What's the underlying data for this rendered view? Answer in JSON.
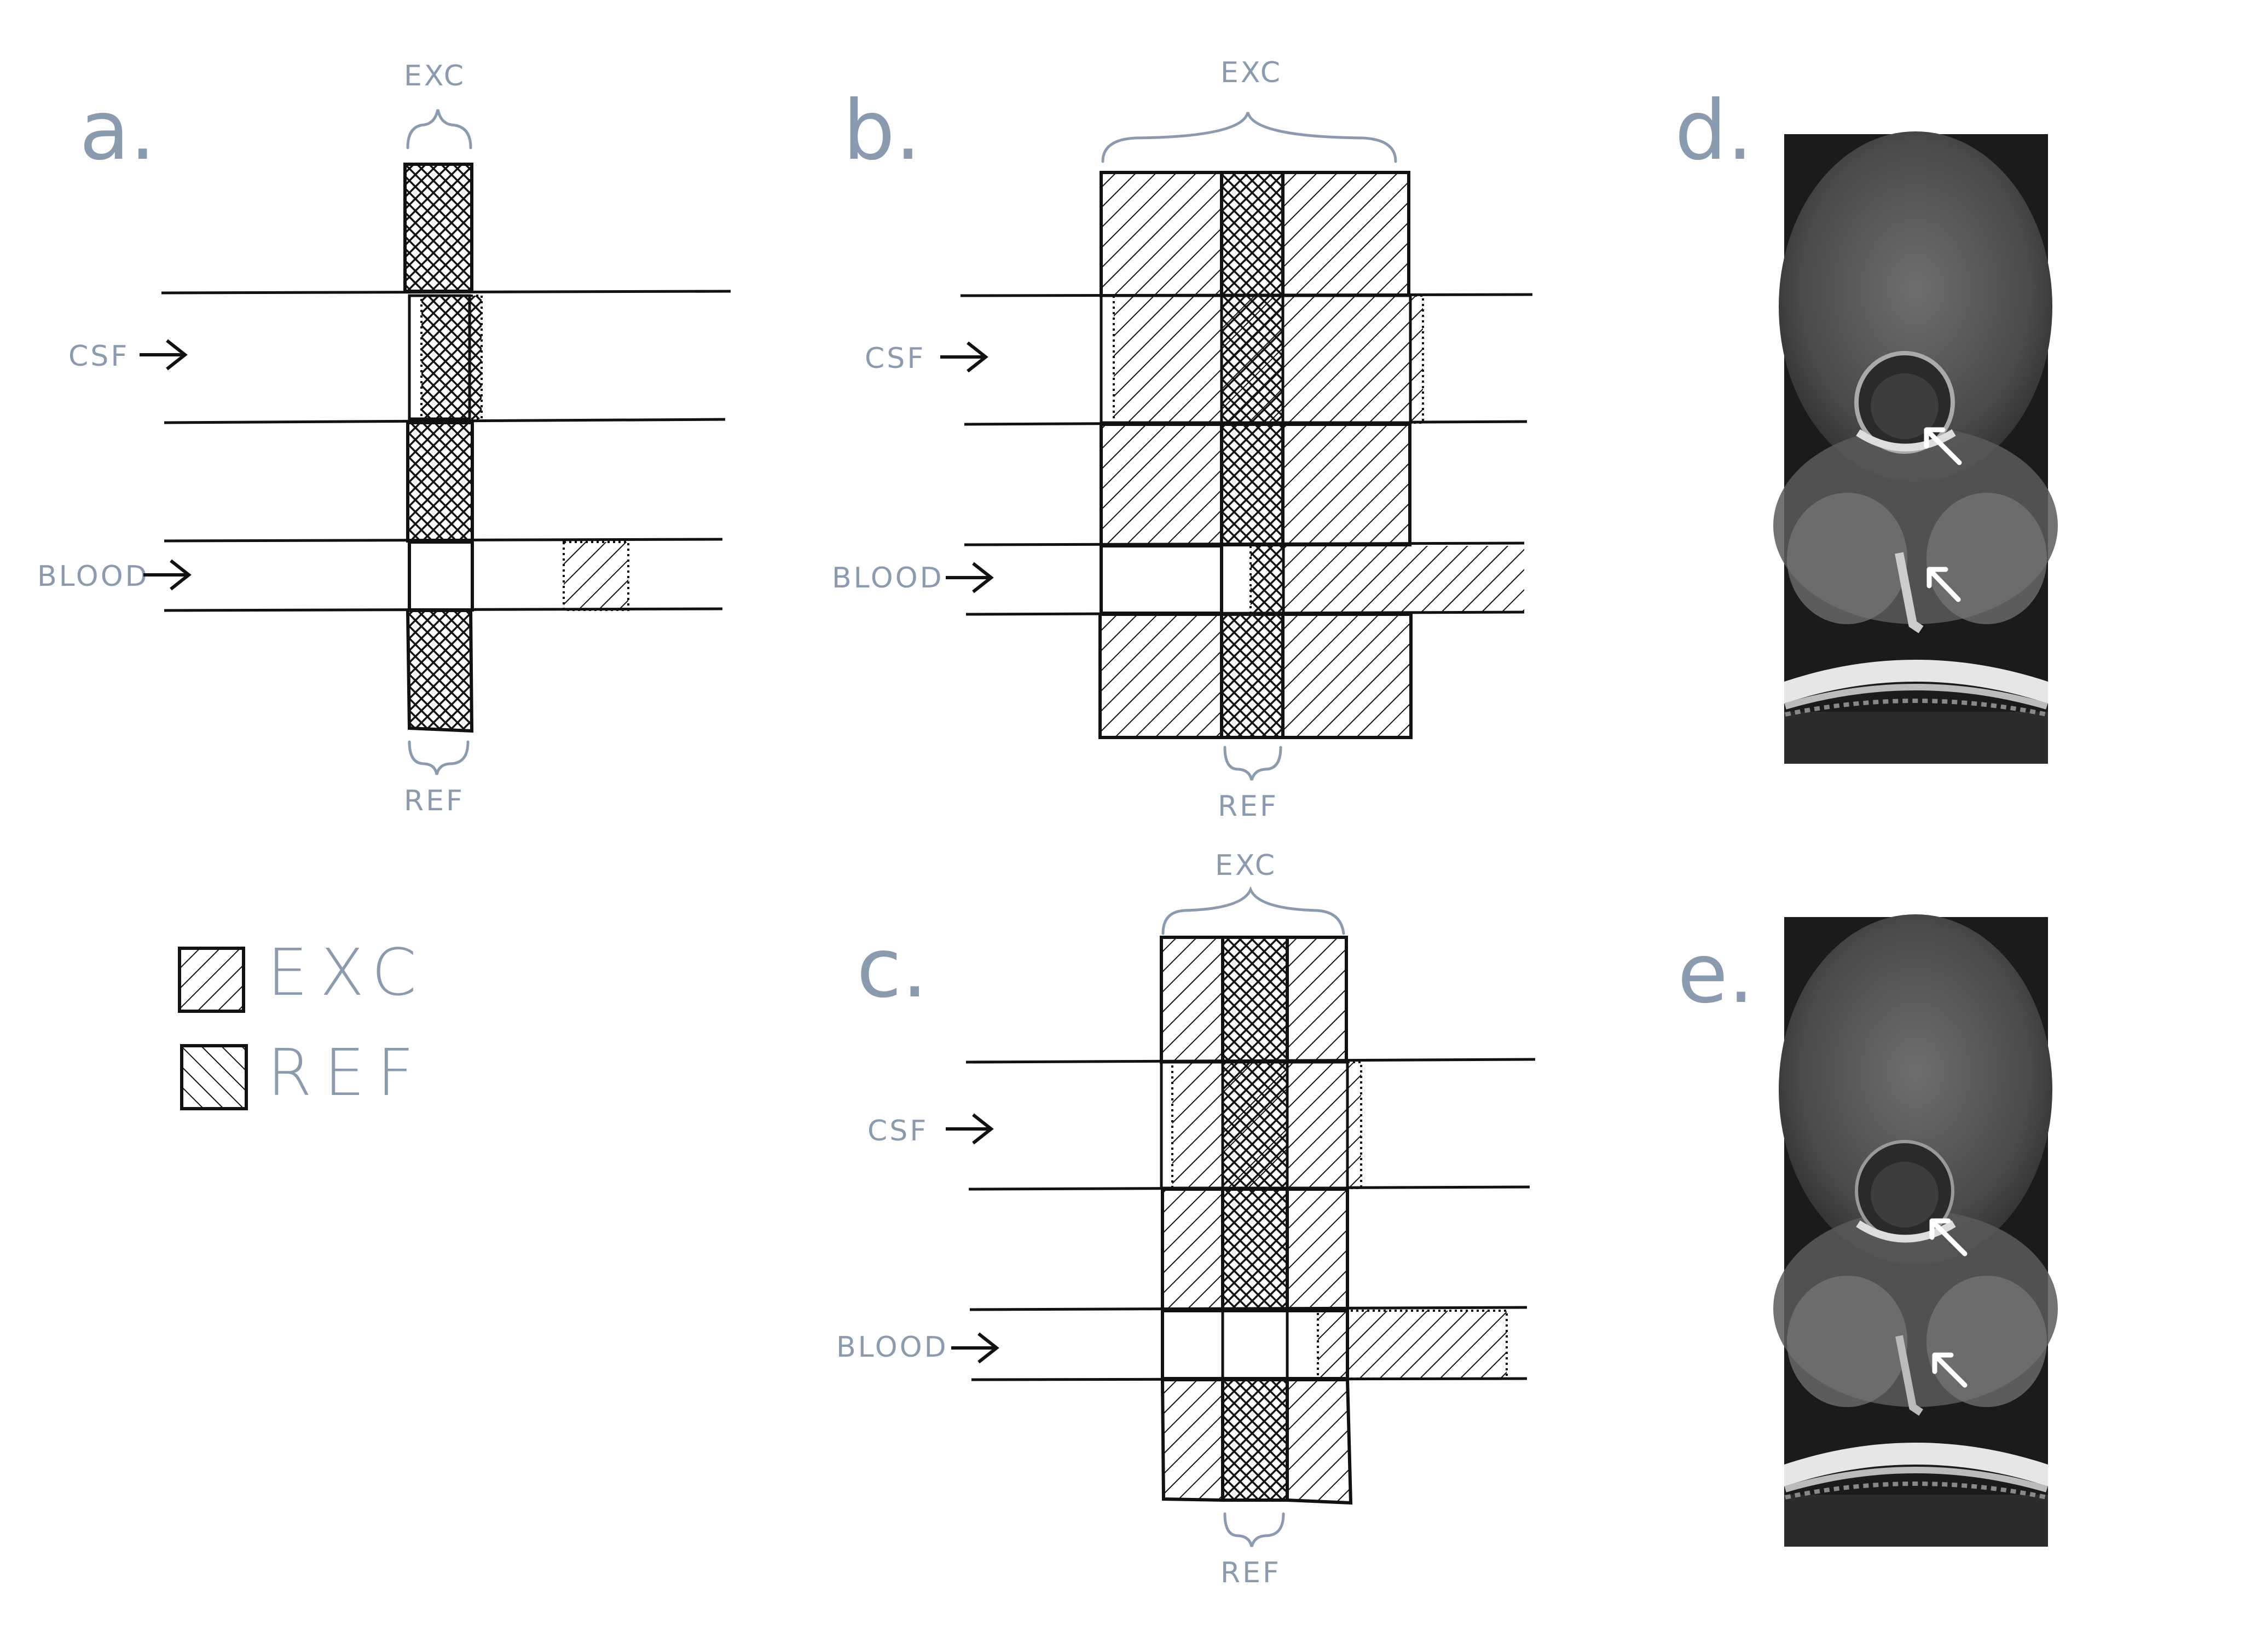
{
  "panels": {
    "a": {
      "letter": "a.",
      "exc": "EXC",
      "ref": "REF",
      "csf": "CSF",
      "blood": "BLOOD"
    },
    "b": {
      "letter": "b.",
      "exc": "EXC",
      "ref": "REF",
      "csf": "CSF",
      "blood": "BLOOD"
    },
    "c": {
      "letter": "c.",
      "exc": "EXC",
      "ref": "REF",
      "csf": "CSF",
      "blood": "BLOOD"
    },
    "d": {
      "letter": "d."
    },
    "e": {
      "letter": "e."
    }
  },
  "legend": {
    "exc": "EXC",
    "ref": "REF"
  },
  "colors": {
    "label": "#8a9bb0",
    "ink": "#111111",
    "mri_bg": "#2a2a2a"
  }
}
